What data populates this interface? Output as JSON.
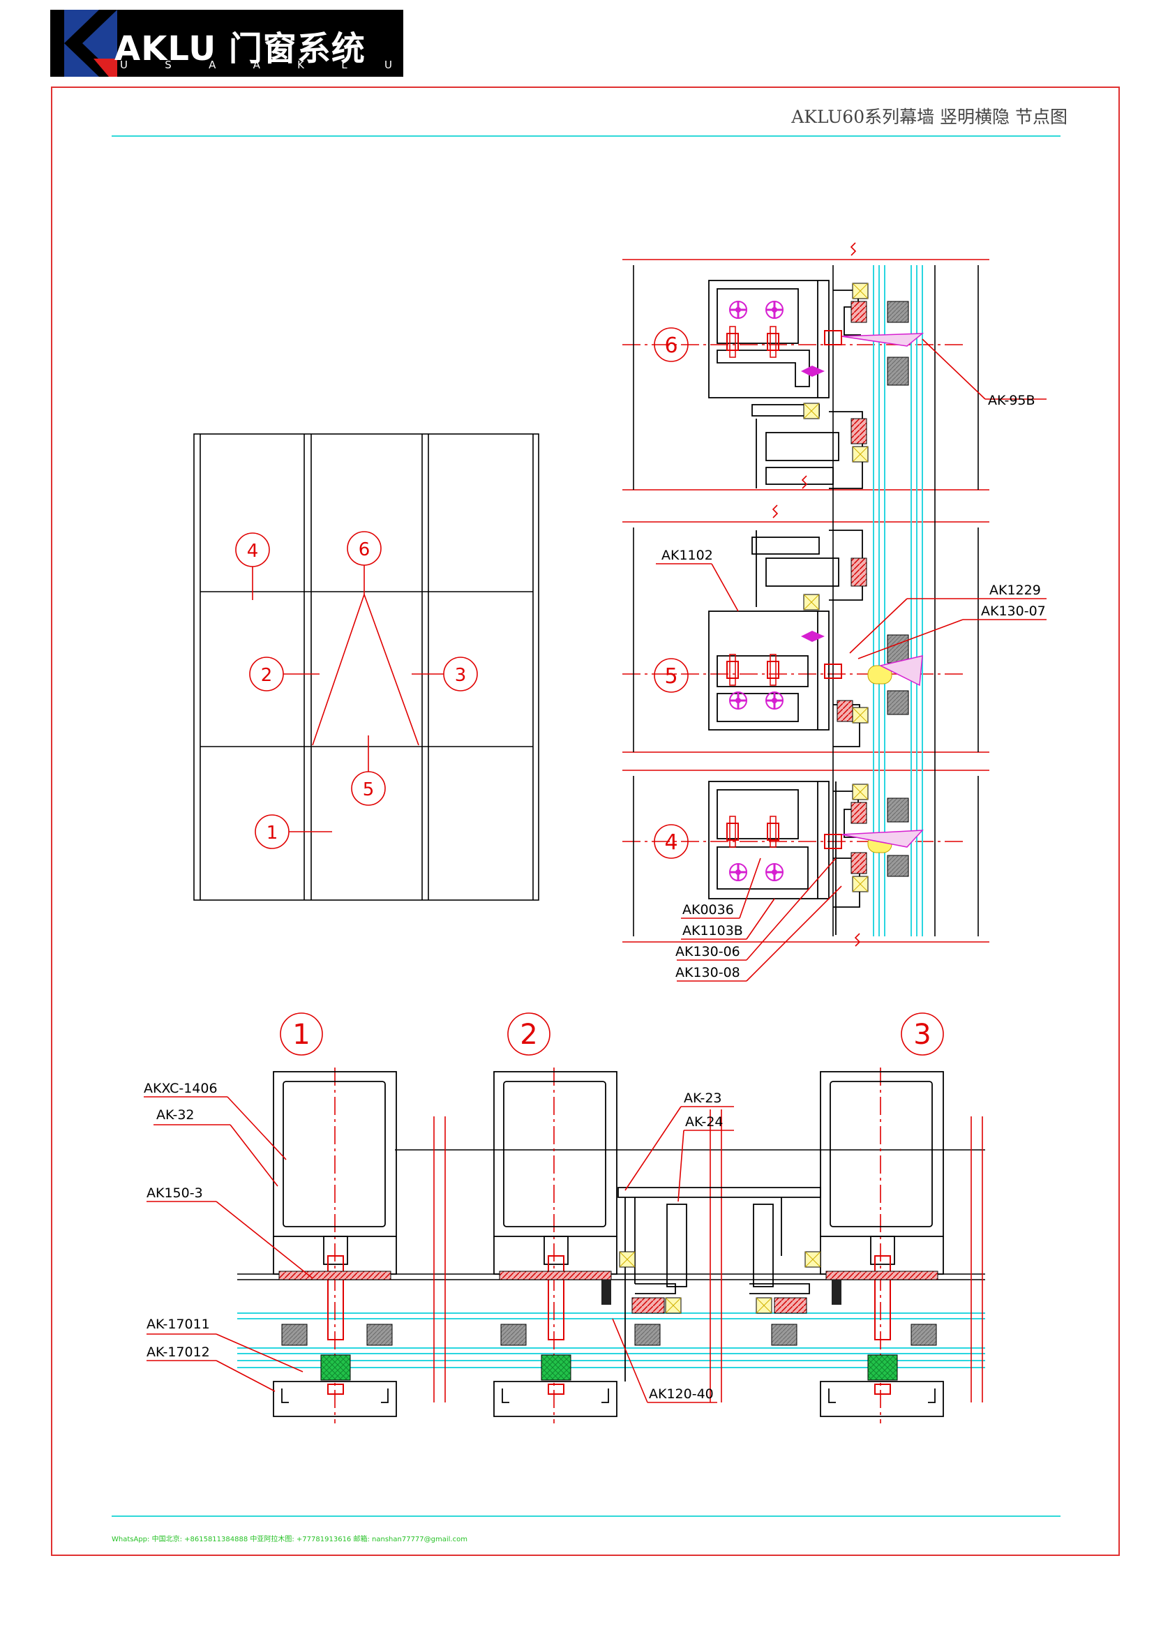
{
  "logo": {
    "name": "AKLU 门窗系统",
    "subtitle_letters": [
      "U",
      "S",
      "A",
      "A",
      "K",
      "L",
      "U"
    ]
  },
  "title": "AKLU60系列幕墙 竖明横隐 节点图",
  "elevation": {
    "numbers": [
      "4",
      "6",
      "2",
      "3",
      "5",
      "1"
    ]
  },
  "sections": {
    "numbers": [
      "6",
      "5",
      "4",
      "1",
      "2",
      "3"
    ]
  },
  "labels": {
    "ak95b": "AK-95B",
    "ak1102": "AK1102",
    "ak1229": "AK1229",
    "ak13007": "AK130-07",
    "ak0036": "AK0036",
    "ak1103b": "AK1103B",
    "ak13006": "AK130-06",
    "ak13008": "AK130-08",
    "akxc1406": "AKXC-1406",
    "ak32": "AK-32",
    "ak1503": "AK150-3",
    "ak17011": "AK-17011",
    "ak17012": "AK-17012",
    "ak23": "AK-23",
    "ak24": "AK-24",
    "ak12040": "AK120-40"
  },
  "footer": "WhatsApp: 中国北京: +8615811384888   中亚阿拉木图: +77781913616  邮箱:  nanshan77777@gmail.com",
  "colors": {
    "frame": "#e03030",
    "rule": "#2ed8d8",
    "footer": "#27c227",
    "annotation": "#e00000",
    "glass": "#29d6e0",
    "gasket_green": "#22c24a",
    "screw_magenta": "#d61fd0"
  }
}
